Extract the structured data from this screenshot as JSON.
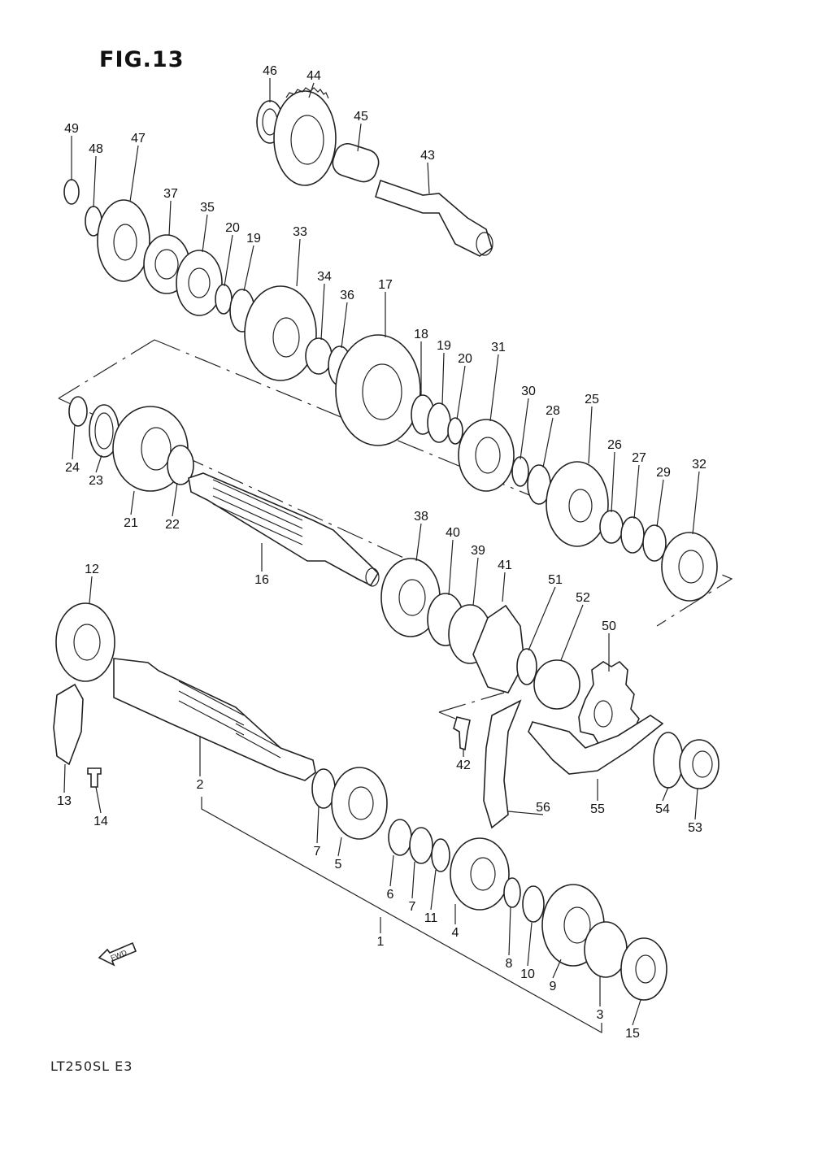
{
  "figure": {
    "title": "FIG.13",
    "model_code": "LT250SL  E3",
    "fwd_label": "FWD"
  },
  "part_numbers": [
    "1",
    "2",
    "3",
    "4",
    "5",
    "6",
    "7",
    "7",
    "8",
    "9",
    "10",
    "11",
    "12",
    "13",
    "14",
    "15",
    "16",
    "17",
    "18",
    "19",
    "19",
    "20",
    "20",
    "21",
    "22",
    "23",
    "24",
    "25",
    "26",
    "27",
    "28",
    "29",
    "30",
    "31",
    "32",
    "33",
    "34",
    "35",
    "36",
    "37",
    "38",
    "39",
    "40",
    "41",
    "42",
    "43",
    "44",
    "45",
    "46",
    "47",
    "48",
    "49",
    "50",
    "51",
    "52",
    "53",
    "54",
    "55",
    "56"
  ],
  "colors": {
    "ink": "#222222",
    "paper": "#ffffff"
  }
}
